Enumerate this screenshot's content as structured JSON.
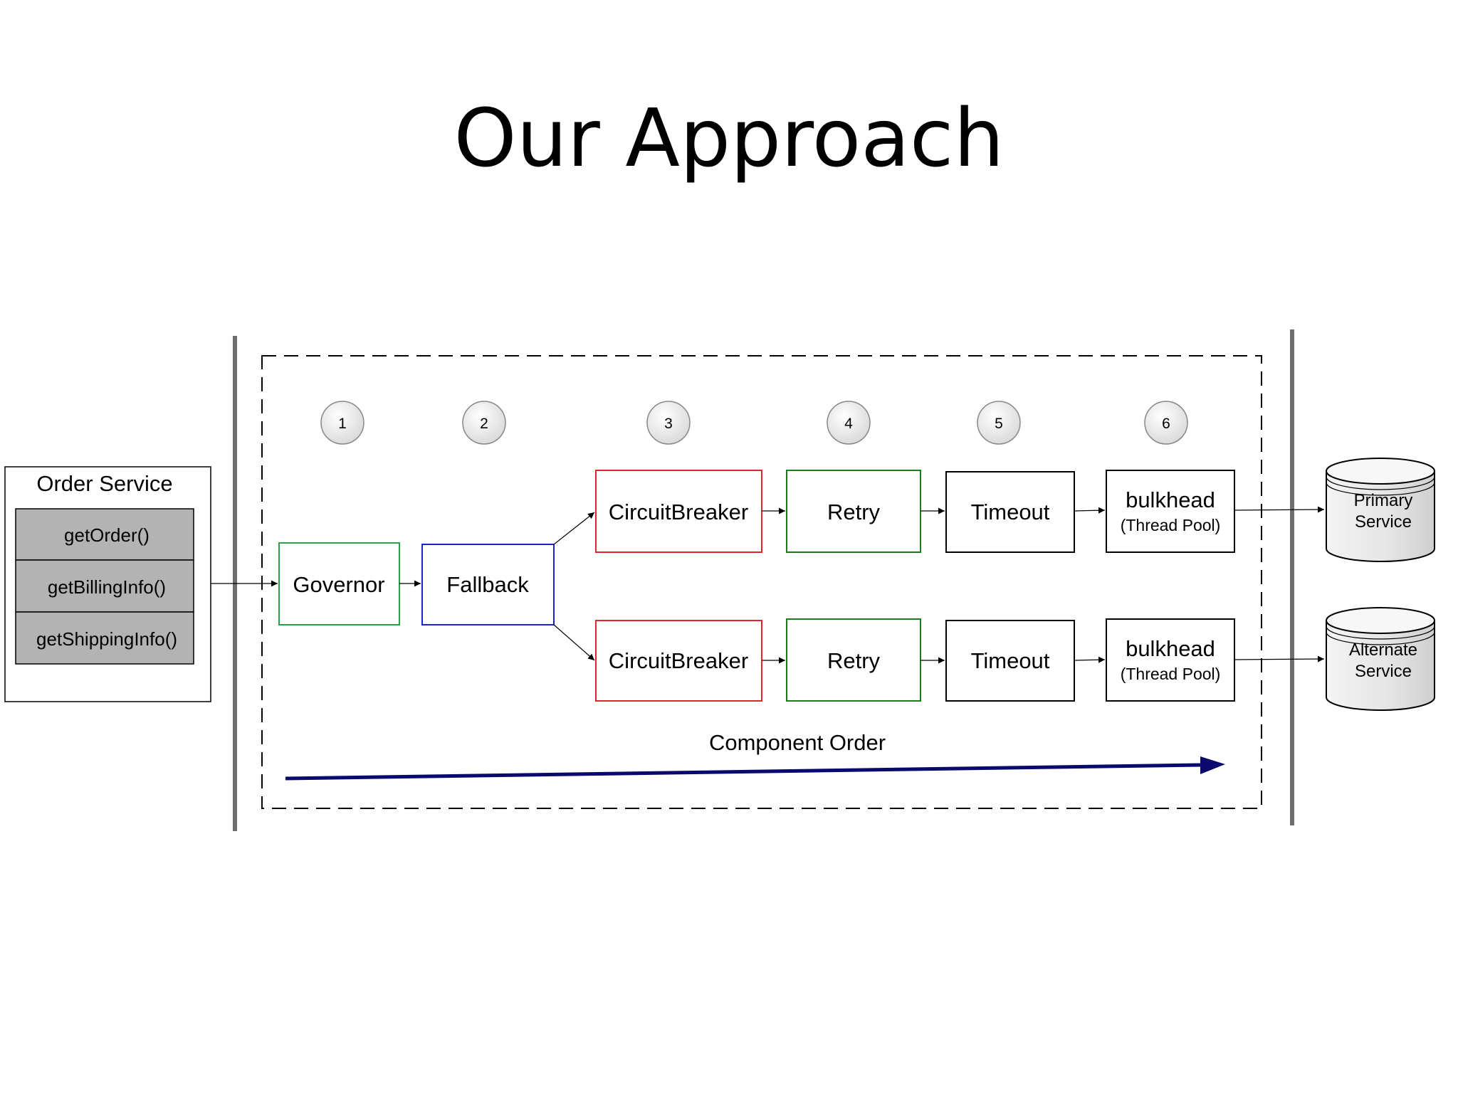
{
  "title": "Our Approach",
  "order_service": {
    "label": "Order Service",
    "methods": [
      "getOrder()",
      "getBillingInfo()",
      "getShippingInfo()"
    ]
  },
  "steps": [
    "1",
    "2",
    "3",
    "4",
    "5",
    "6"
  ],
  "components": {
    "governor": "Governor",
    "fallback": "Fallback",
    "circuit_breaker": "CircuitBreaker",
    "retry": "Retry",
    "timeout": "Timeout",
    "bulkhead": "bulkhead",
    "bulkhead_sub": "(Thread Pool)"
  },
  "services": {
    "primary": [
      "Primary",
      "Service"
    ],
    "alternate": [
      "Alternate",
      "Service"
    ]
  },
  "component_order_label": "Component Order",
  "colors": {
    "governor_border": "#2e9e4a",
    "fallback_border": "#1f1fd6",
    "circuit_breaker_border": "#e0242b",
    "retry_border": "#1e7a1e",
    "plain_border": "#000000",
    "method_fill": "#b3b3b3",
    "db_fill": "#e8e8e8",
    "order_arrow": "#0a0a6e",
    "step_circle_fill": "#ececec",
    "wall": "#6e6e6e"
  }
}
